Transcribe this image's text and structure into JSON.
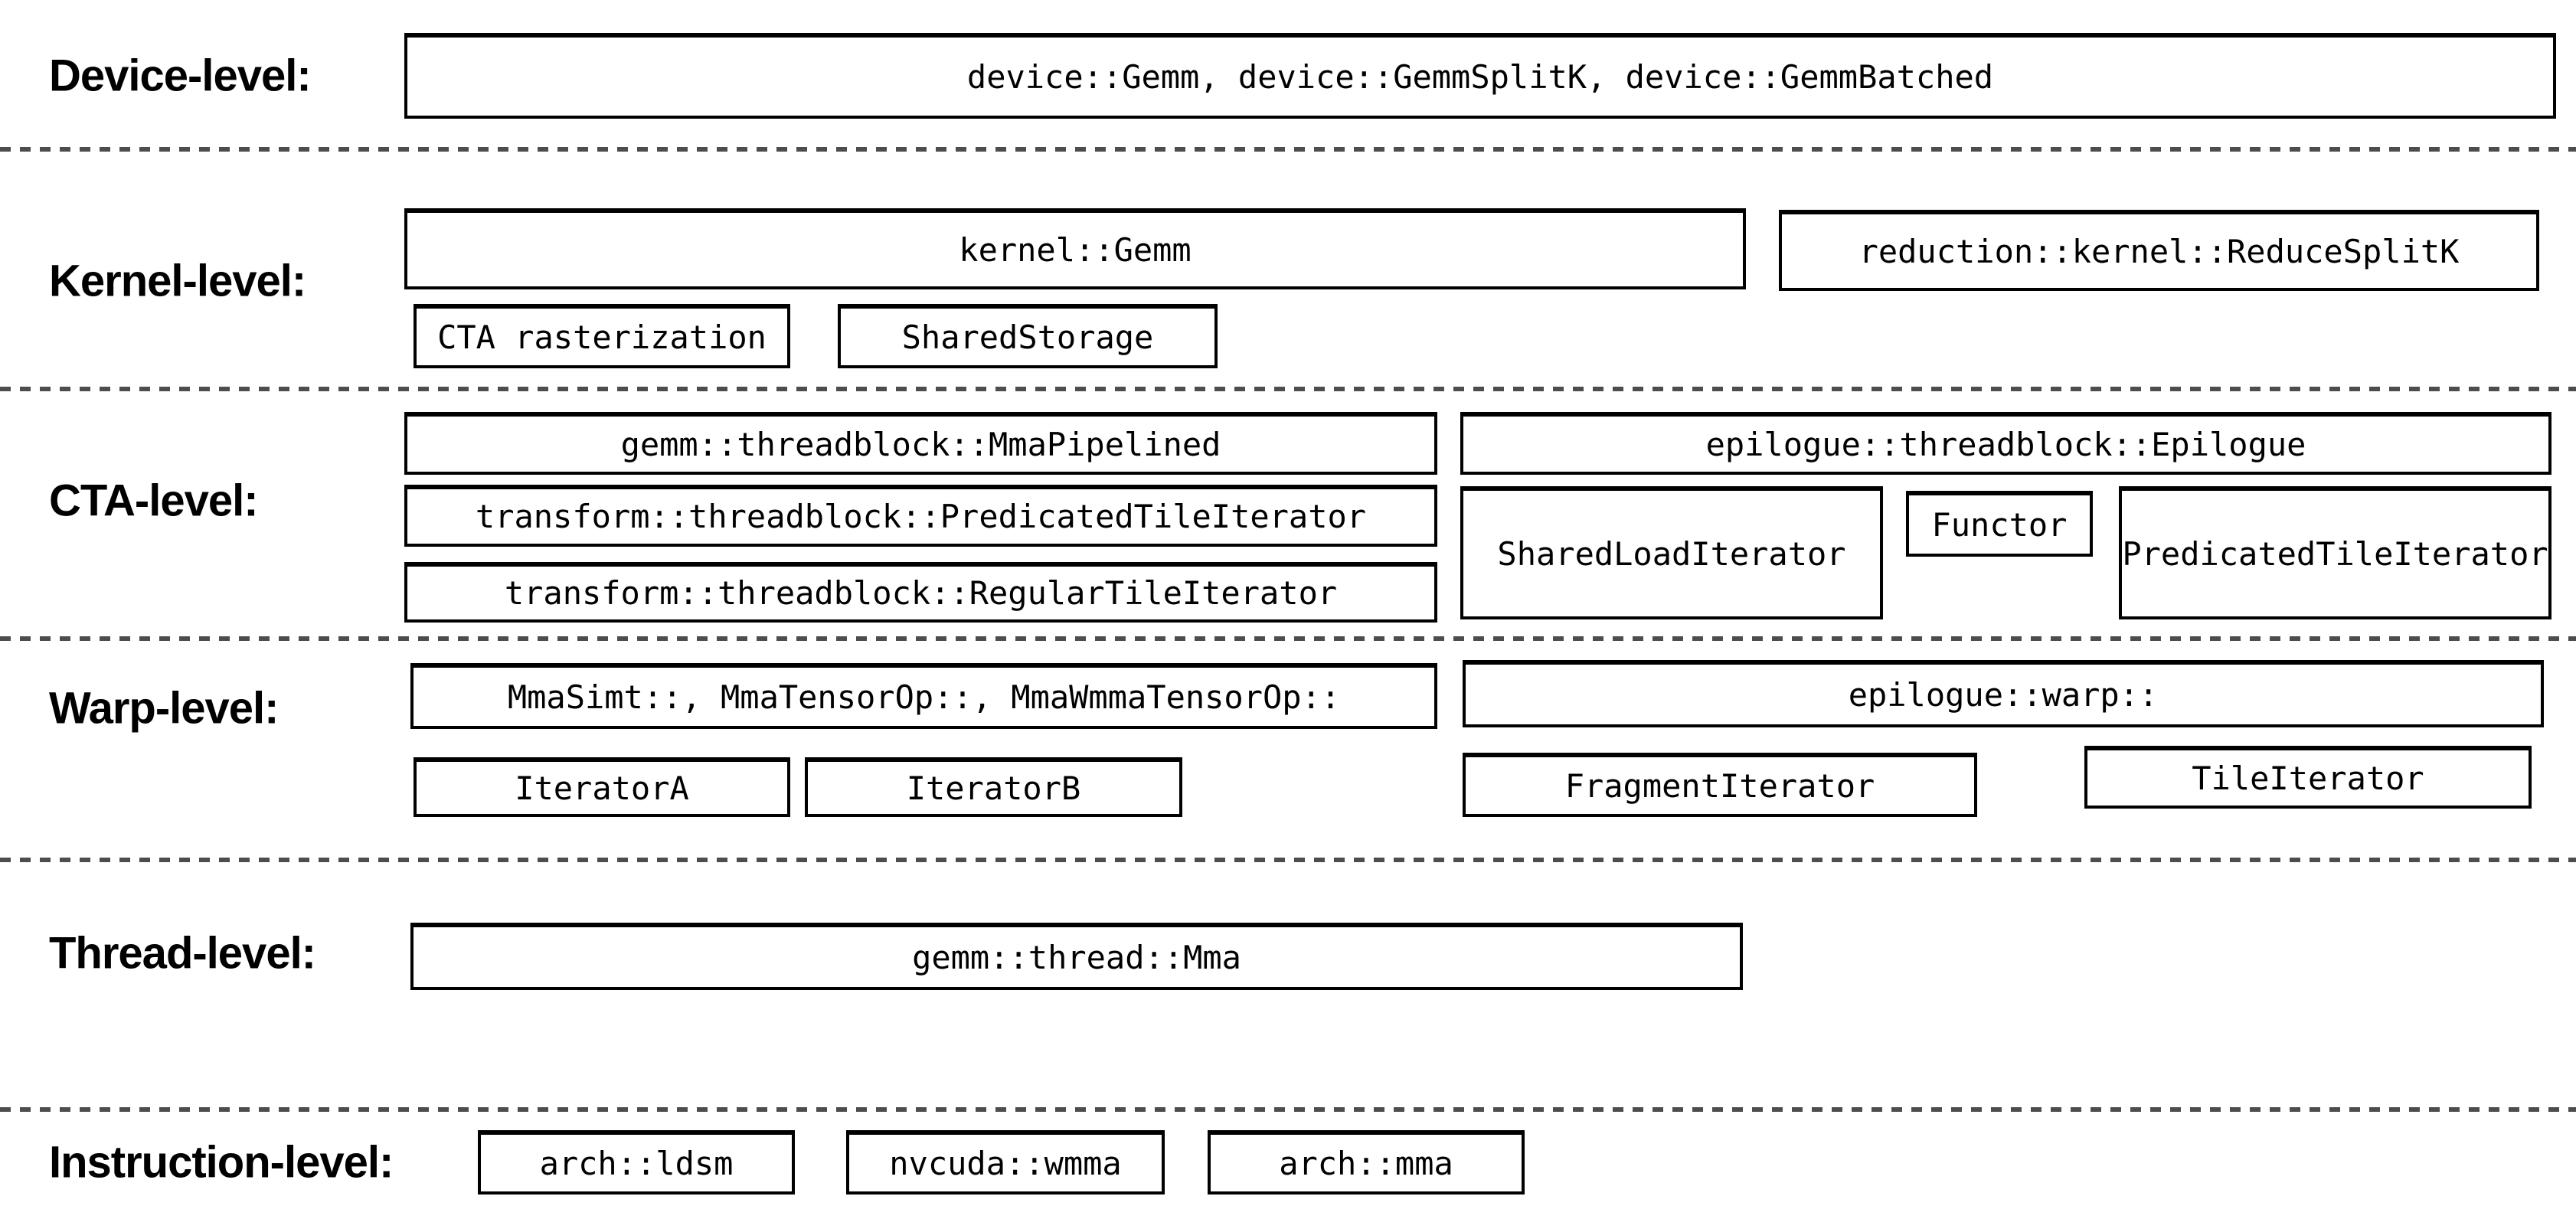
{
  "colors": {
    "background": "#ffffff",
    "box_border": "#000000",
    "text": "#000000",
    "separator_dash": "#4d4d4d"
  },
  "levels": {
    "device": {
      "label": "Device-level:",
      "main": "device::Gemm, device::GemmSplitK, device::GemmBatched"
    },
    "kernel": {
      "label": "Kernel-level:",
      "gemm": "kernel::Gemm",
      "reduce_splitk": "reduction::kernel::ReduceSplitK",
      "cta_rasterization": "CTA rasterization",
      "shared_storage": "SharedStorage"
    },
    "cta": {
      "label": "CTA-level:",
      "mma_pipelined": "gemm::threadblock::MmaPipelined",
      "predicated_tile_iterator": "transform::threadblock::PredicatedTileIterator",
      "regular_tile_iterator": "transform::threadblock::RegularTileIterator",
      "epilogue": "epilogue::threadblock::Epilogue",
      "shared_load_iterator": "SharedLoadIterator",
      "functor": "Functor",
      "epilogue_predicated_tile_iterator": "PredicatedTileIterator"
    },
    "warp": {
      "label": "Warp-level:",
      "mma_ops": "MmaSimt::, MmaTensorOp::, MmaWmmaTensorOp::",
      "iterator_a": "IteratorA",
      "iterator_b": "IteratorB",
      "epilogue_warp": "epilogue::warp::",
      "fragment_iterator": "FragmentIterator",
      "tile_iterator": "TileIterator"
    },
    "thread": {
      "label": "Thread-level:",
      "mma": "gemm::thread::Mma"
    },
    "instruction": {
      "label": "Instruction-level:",
      "ldsm": "arch::ldsm",
      "wmma": "nvcuda::wmma",
      "mma": "arch::mma"
    }
  }
}
